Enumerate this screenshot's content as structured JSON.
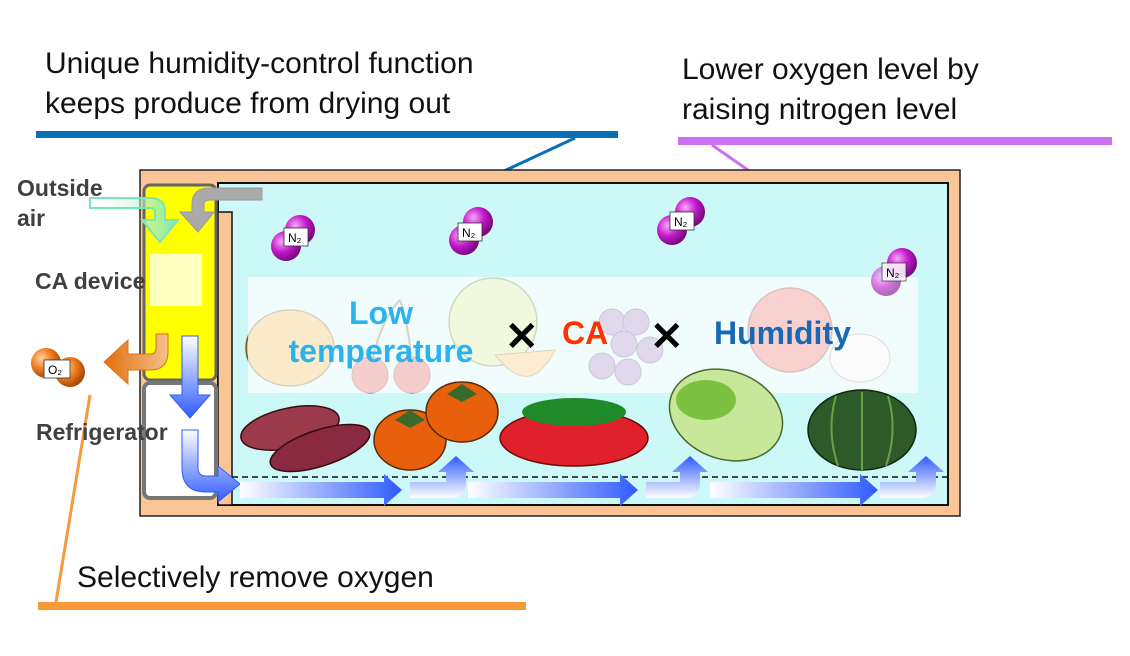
{
  "callouts": {
    "humidity_line1": "Unique humidity-control function",
    "humidity_line2": "keeps produce from drying out",
    "oxygen_line1": "Lower oxygen level by",
    "oxygen_line2": "raising nitrogen level",
    "remove": "Selectively remove oxygen"
  },
  "labels": {
    "outside_line1": "Outside",
    "outside_line2": "air",
    "ca_device": "CA device",
    "refrigerator": "Refrigerator",
    "o2": "O₂",
    "n2": "N₂"
  },
  "formula": {
    "low_line1": "Low",
    "low_line2": "temperature",
    "times1": "✕",
    "ca": "CA",
    "times2": "✕",
    "humidity": "Humidity"
  },
  "colors": {
    "callout_blue": "#0b6fb8",
    "callout_violet": "#cc6ff0",
    "callout_orange": "#f79a3b",
    "low_temp_text": "#2ab4ef",
    "ca_text": "#ff3300",
    "humidity_text": "#1769b7",
    "fridge_inner": "#ccf8f8",
    "fridge_frame": "#f9c597",
    "ca_device": "#ffff00",
    "arrow_blue": "#2f5bff",
    "molecule": "#c419cc"
  }
}
